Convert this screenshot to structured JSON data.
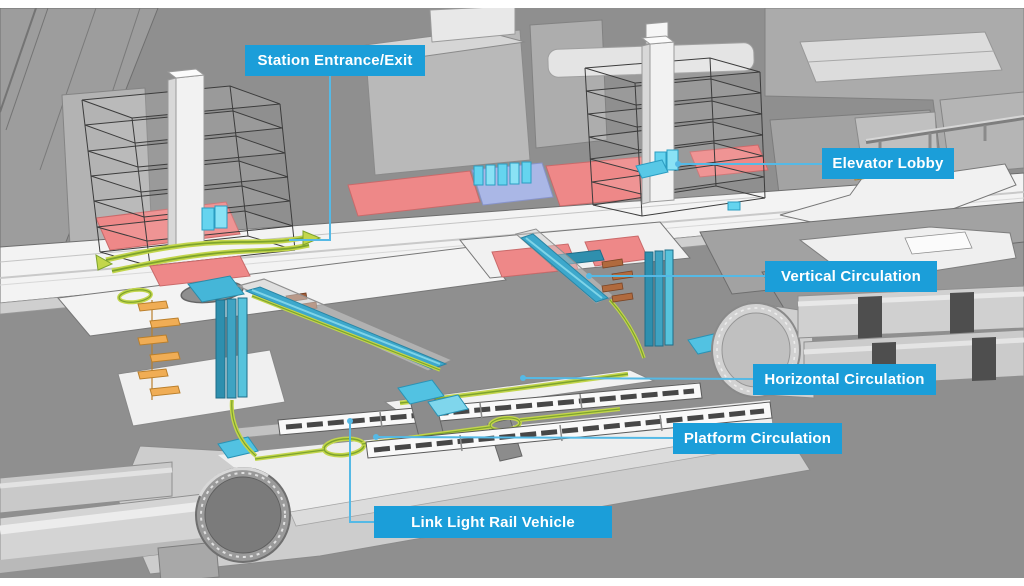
{
  "labels": {
    "station_entrance_exit": "Station Entrance/Exit",
    "elevator_lobby": "Elevator Lobby",
    "vertical_circulation": "Vertical Circulation",
    "horizontal_circulation": "Horizontal Circulation",
    "platform_circulation": "Platform Circulation",
    "link_light_rail_vehicle": "Link Light Rail Vehicle"
  },
  "colors": {
    "label_background": "#1b9ed9",
    "label_text": "#ffffff",
    "leader_line": "#55b9e5",
    "backdrop_gray": "#8f8f8f",
    "deck_white": "#f3f3f3",
    "plaza_red": "#ee8888",
    "plaza_lavender": "#aab7e6",
    "circulation_teal": "#45b4d6",
    "elevator_cyan": "#65d4ef",
    "path_green": "#c3d64b",
    "path_green_dark": "#7da32e",
    "stairs_orange": "#f0ad55",
    "stairs_brown": "#b06a3e",
    "tunnel_gray": "#d2d2d2",
    "tunnel_stripe": "#4e4e4e"
  }
}
